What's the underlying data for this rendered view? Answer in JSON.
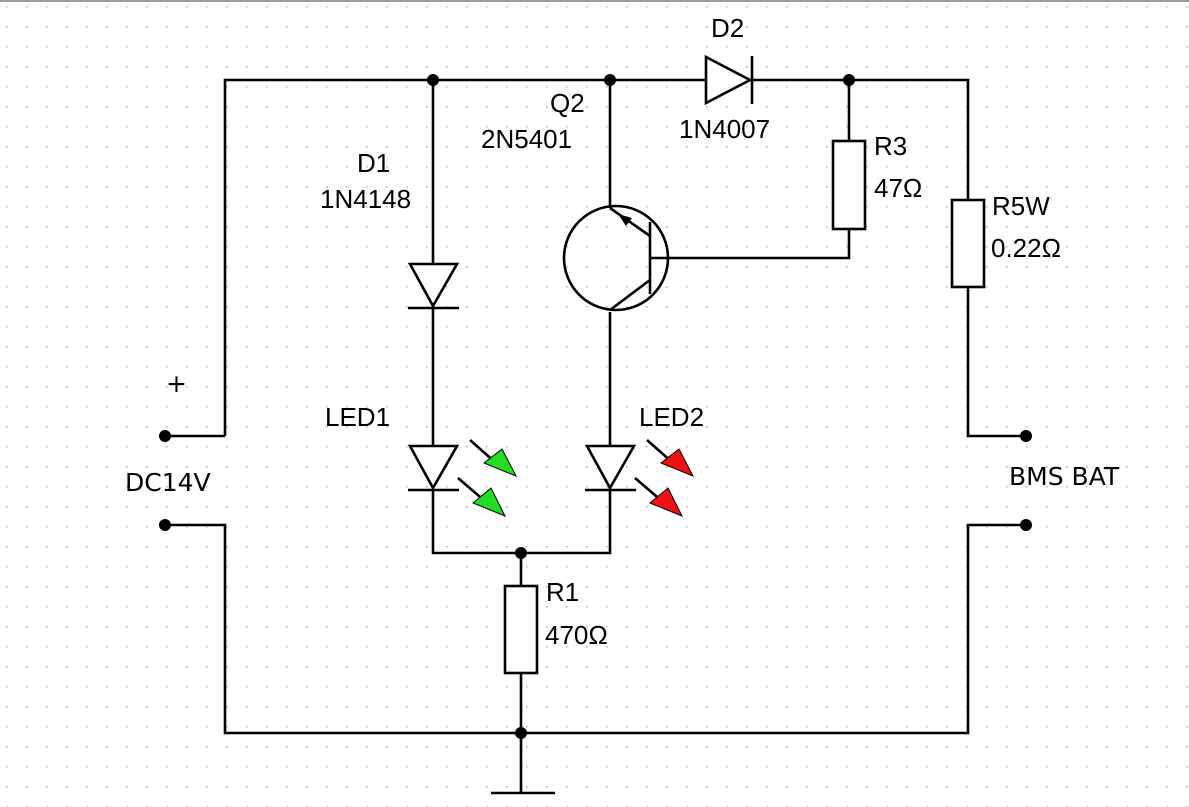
{
  "components": {
    "d1": {
      "ref": "D1",
      "value": "1N4148"
    },
    "d2": {
      "ref": "D2",
      "value": "1N4007"
    },
    "q2": {
      "ref": "Q2",
      "value": "2N5401"
    },
    "r3": {
      "ref": "R3",
      "value": "47Ω"
    },
    "r5w": {
      "ref": "R5W",
      "value": "0.22Ω"
    },
    "r1": {
      "ref": "R1",
      "value": "470Ω"
    },
    "led1": {
      "ref": "LED1",
      "color": "#22dd22"
    },
    "led2": {
      "ref": "LED2",
      "color": "#ee1111"
    }
  },
  "ports": {
    "input": {
      "name": "DC14V",
      "polarity": "+",
      "color": "#ee2222"
    },
    "output": {
      "name": "BMS BAT",
      "color": "#1a1aee"
    }
  },
  "colors": {
    "wire": "#000000",
    "grid_dot": "#b8b8b8",
    "background": "#ffffff"
  },
  "icons": {
    "ground": "ground-icon"
  }
}
